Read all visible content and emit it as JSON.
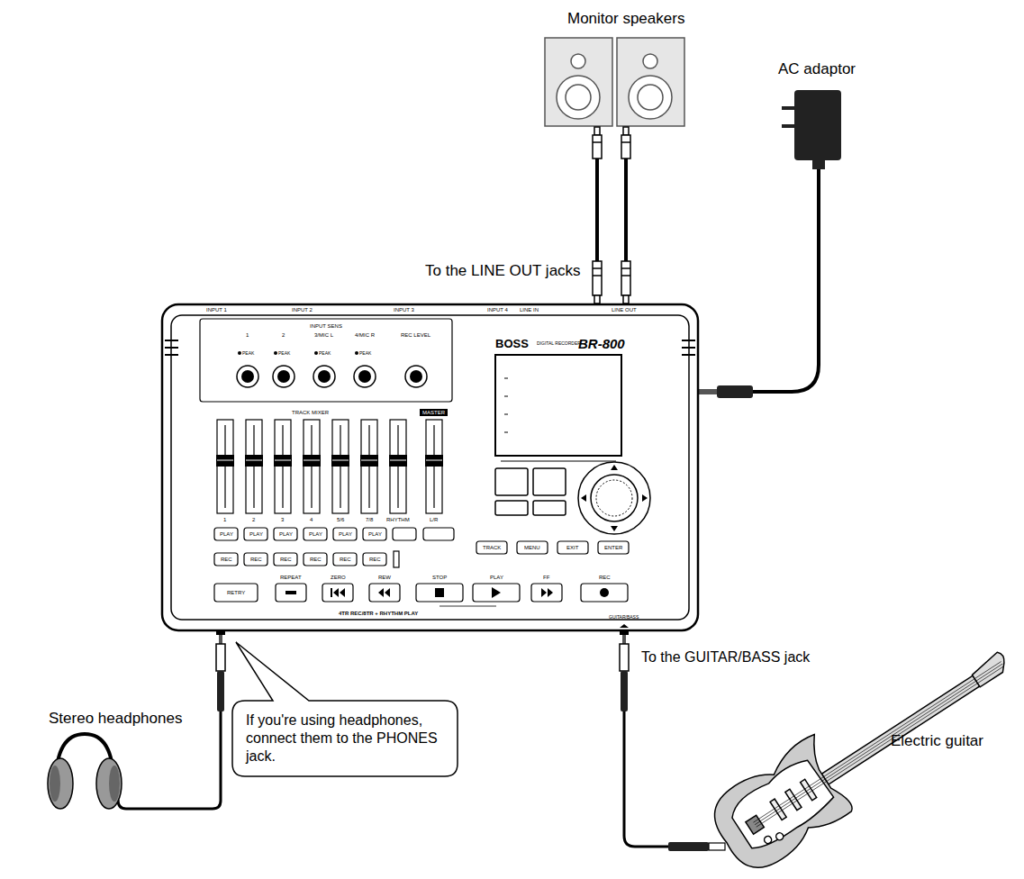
{
  "diagram": {
    "nodes": [
      {
        "text": [
          "If you're using headphones, connect them to the PHONES jack."
        ]
      }
    ],
    "labels": [
      "Monitor speakers",
      "AC adaptor",
      "To the LINE OUT jacks",
      "Stereo headphones",
      "To the GUITAR/BASS jack",
      "Electric guitar",
      "INPUT 1",
      "INPUT 2",
      "INPUT 3",
      "INPUT 4",
      "LINE IN",
      "LINE OUT",
      "INPUT SENS",
      "1",
      "2",
      "3/MIC L",
      "4/MIC R",
      "PEAK",
      "PEAK",
      "PEAK",
      "PEAK",
      "REC LEVEL",
      "TRACK MIXER",
      "MASTER",
      "1",
      "2",
      "3",
      "4",
      "5/6",
      "7/8",
      "RHYTHM",
      "L/R",
      "BOSS",
      "DIGITAL RECORDER",
      "BR-800",
      "PLAY",
      "PLAY",
      "PLAY",
      "PLAY",
      "PLAY",
      "PLAY",
      "REC",
      "REC",
      "REC",
      "REC",
      "REC",
      "REC",
      "TRACK",
      "MENU",
      "EXIT",
      "ENTER",
      "REPEAT",
      "ZERO",
      "REW",
      "STOP",
      "PLAY",
      "FF",
      "REC",
      "RETRY",
      "4TR REC/8TR + RHYTHM PLAY",
      "GUITAR/BASS"
    ]
  }
}
